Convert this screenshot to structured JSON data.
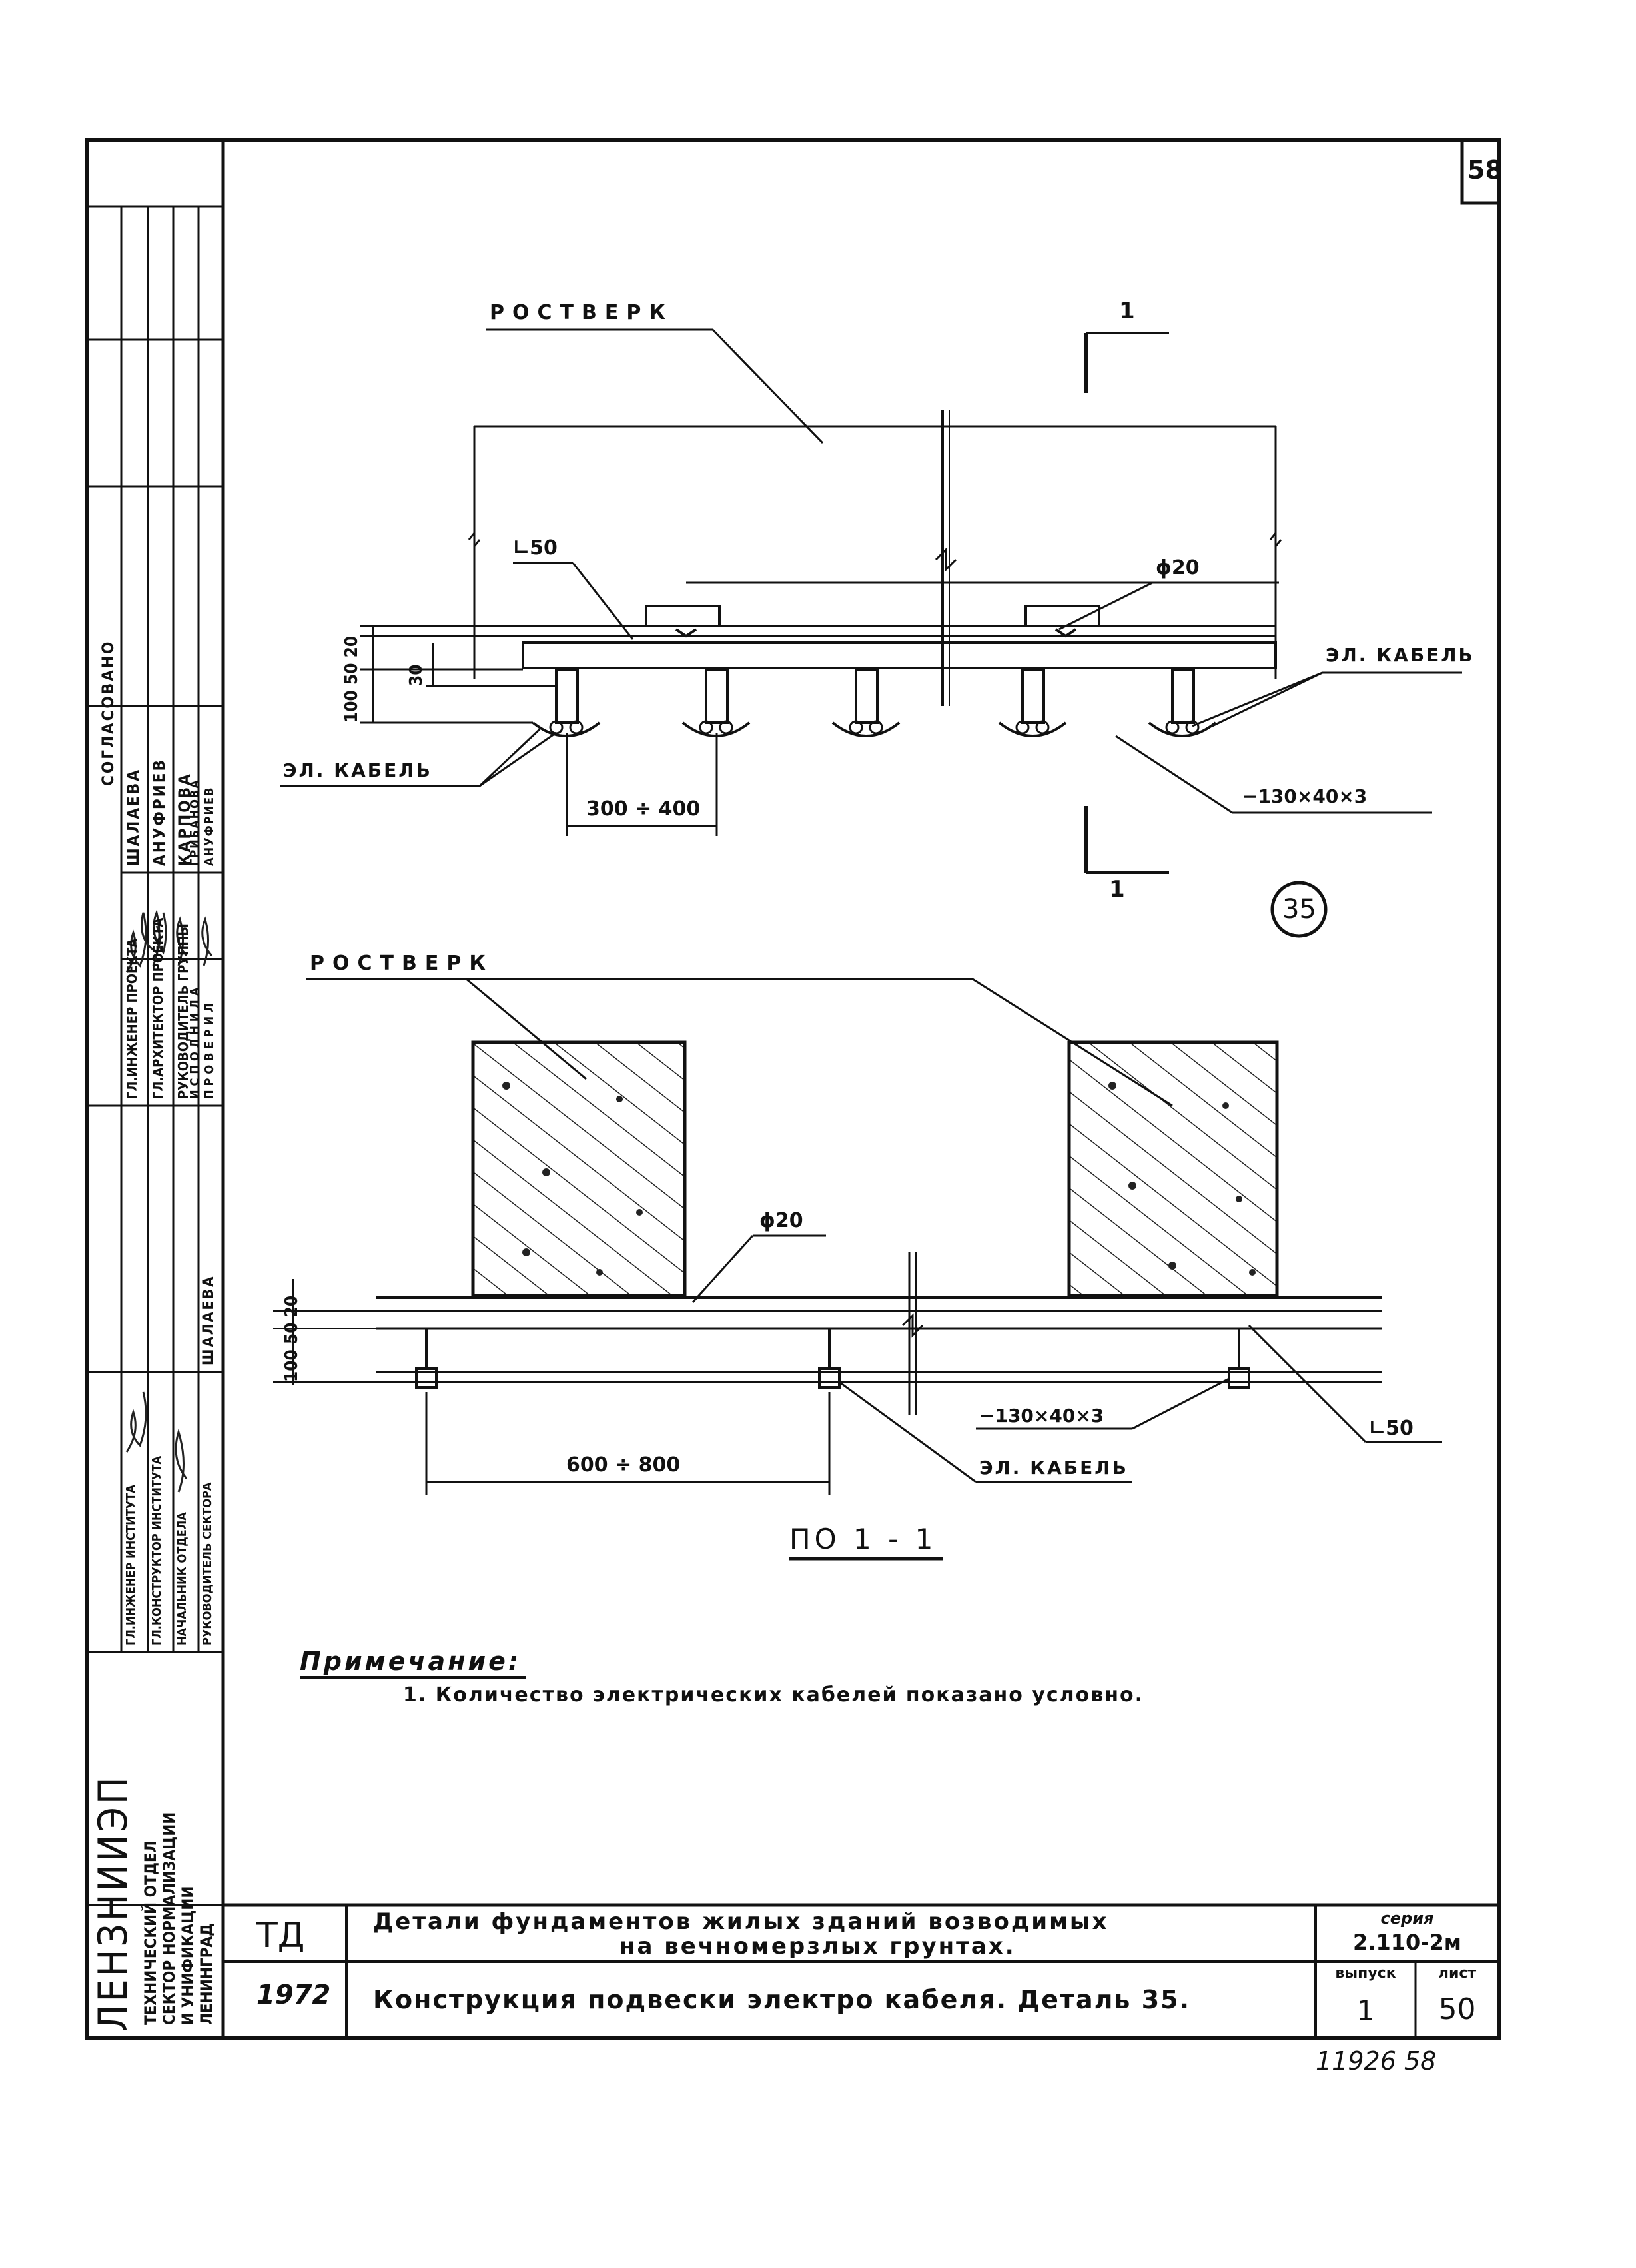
{
  "sheet_corner_number": "58",
  "plan_view": {
    "label_rostverk": "РОСТВЕРК",
    "label_angle": "∟50",
    "label_rod": "ϕ20",
    "label_cable_right": "ЭЛ. КАБЕЛЬ",
    "label_cable_left": "ЭЛ. КАБЕЛЬ",
    "label_spacing": "300 ÷ 400",
    "label_strip": "−130×40×3",
    "dim_left_top": "100 50 20",
    "dim_30": "30",
    "section_mark_top": "1",
    "section_mark_bottom": "1"
  },
  "detail_number": "35",
  "section_view": {
    "label_rostverk": "РОСТВЕРК",
    "label_rod": "ϕ20",
    "label_strip": "−130×40×3",
    "label_angle": "∟50",
    "label_cable": "ЭЛ. КАБЕЛЬ",
    "label_spacing": "600 ÷ 800",
    "dim_left": "100 50 20",
    "caption": "ПО 1 - 1"
  },
  "note": {
    "heading": "Примечание:",
    "line1": "1. Количество электрических кабелей показано условно."
  },
  "side_stamp": {
    "org": "ЛЕНЗНИИЭП",
    "dept": [
      "ТЕХНИЧЕСКИЙ ОТДЕЛ",
      "СЕКТОР НОРМАЛИЗАЦИИ",
      "И УНИФИКАЦИИ",
      "ЛЕНИНГРАД"
    ],
    "roles_a": [
      "ГЛ.ИНЖЕНЕР ИНСТИТУТА",
      "ГЛ.КОНСТРУКТОР ИНСТИТУТА",
      "НАЧАЛЬНИК ОТДЕЛА",
      "РУКОВОДИТЕЛЬ СЕКТОРА"
    ],
    "name_a": "ШАЛАЕВА",
    "roles_b": [
      "ГЛ.ИНЖЕНЕР ПРОЕКТА",
      "ГЛ.АРХИТЕКТОР ПРОЕКТА",
      "РУКОВОДИТЕЛЬ ГРУППЫ",
      "ИСПОЛНИЛА",
      "ПРОВЕРИЛ"
    ],
    "names_b": [
      "ШАЛАЕВА",
      "АНУФРИЕВ",
      "КАРПОВА",
      "ГРИБАНОВА",
      "АНУФРИЕВ"
    ],
    "soglasovano": "СОГЛАСОВАНО"
  },
  "title_block": {
    "td": "ТД",
    "year": "1972",
    "title_line1": "Детали фундаментов жилых зданий возводимых",
    "title_line2": "на вечномерзлых грунтах.",
    "subtitle": "Конструкция подвески электро кабеля. Деталь 35.",
    "series_label": "серия",
    "series_value": "2.110-2м",
    "issue_label": "выпуск",
    "issue_value": "1",
    "sheet_label": "лист",
    "sheet_value": "50"
  },
  "archive_number": "11926 58"
}
